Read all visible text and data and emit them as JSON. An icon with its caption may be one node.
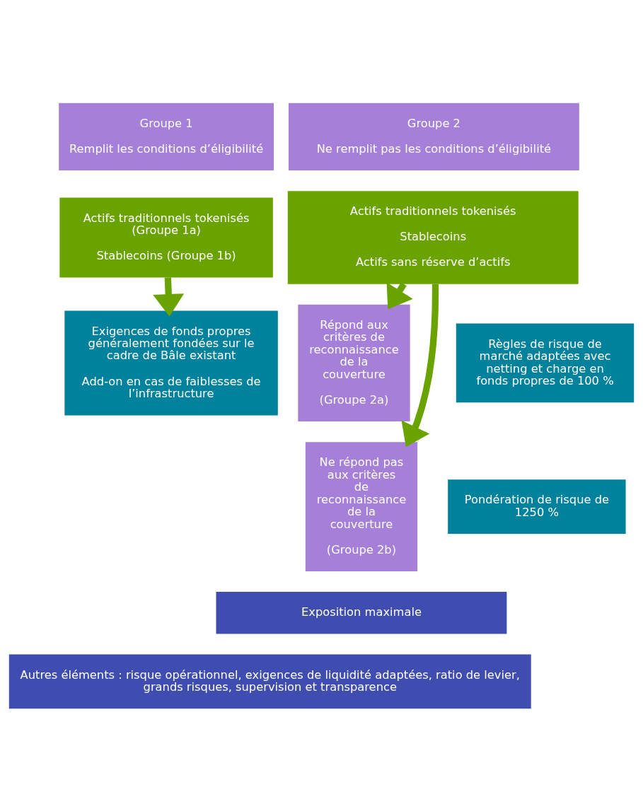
{
  "diagram": {
    "nodes": [
      {
        "text": [
          "Groupe 1",
          "Remplit les conditions d’éligibilité"
        ]
      },
      {
        "text": [
          "Groupe 2",
          "Ne remplit pas les conditions d’éligibilité"
        ]
      },
      {
        "text": [
          "Actifs traditionnels tokenisés (Groupe 1a)",
          "Stablecoins (Groupe 1b)"
        ]
      },
      {
        "text": [
          "Actifs traditionnels tokenisés",
          "Stablecoins",
          "Actifs sans réserve d’actifs"
        ]
      },
      {
        "text": [
          "Exigences de fonds propres généralement fondées sur le cadre de Bâle existant",
          "Add-on en cas de faiblesses de l’infrastructure"
        ]
      },
      {
        "text": [
          "Répond aux critères de reconnaissance de la couverture",
          "(Groupe 2a)"
        ]
      },
      {
        "text": [
          "Règles de risque de marché adaptées avec netting et charge en fonds propres de 100 %"
        ]
      },
      {
        "text": [
          "Ne répond pas aux critères de reconnaissance de la couverture",
          "(Groupe 2b)"
        ]
      },
      {
        "text": [
          "Pondération de risque de 1250 %"
        ]
      },
      {
        "text": [
          "Exposition maximale"
        ]
      },
      {
        "text": [
          "Autres éléments : risque opérationnel, exigences de liquidité adaptées, ratio de levier, grands risques, supervision et transparence"
        ]
      }
    ],
    "edges": [
      {
        "from": 2,
        "to": 4,
        "arrow": "to"
      },
      {
        "from": 3,
        "to": 5,
        "arrow": "to"
      },
      {
        "from": 3,
        "to": 7,
        "arrow": "to"
      }
    ]
  }
}
